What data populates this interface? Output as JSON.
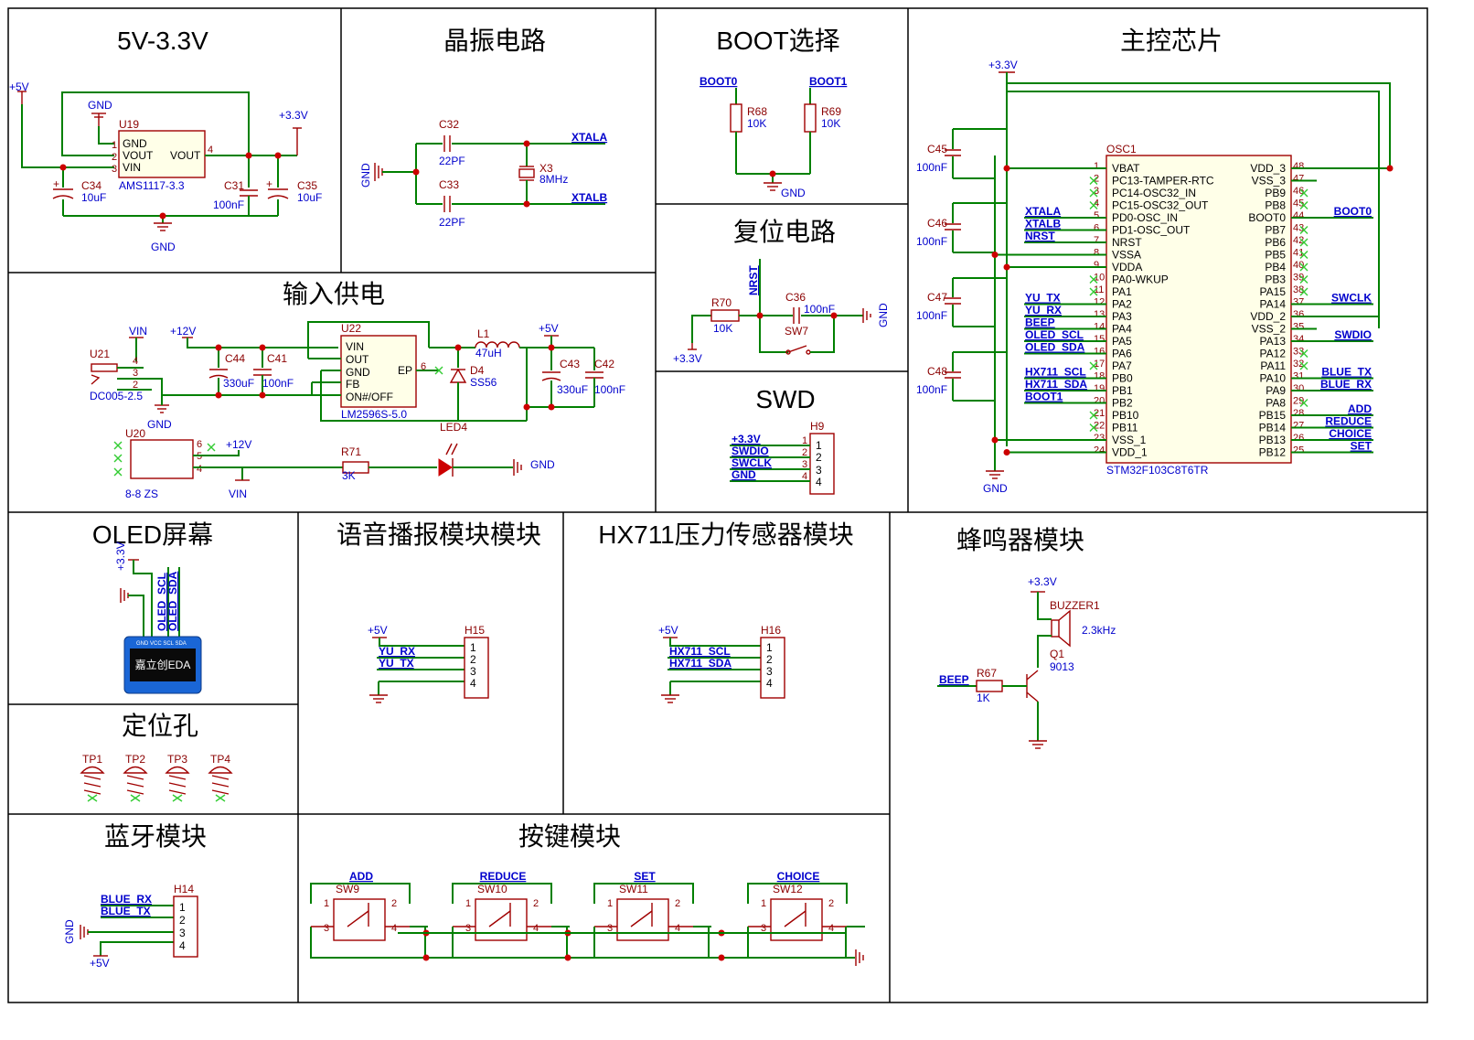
{
  "colors": {
    "wire": "#008000",
    "component": "#a00000",
    "label": "#0000cc",
    "junction": "#cc0000"
  },
  "sections": {
    "power_5v_33v": "5V-3.3V",
    "crystal": "晶振电路",
    "boot": "BOOT选择",
    "mcu": "主控芯片",
    "input_power": "输入供电",
    "reset": "复位电路",
    "swd": "SWD",
    "oled": "OLED屏幕",
    "voice": "语音播报模块模块",
    "hx711": "HX711压力传感器模块",
    "buzzer": "蜂鸣器模块",
    "holes": "定位孔",
    "bluetooth": "蓝牙模块",
    "keys": "按键模块"
  },
  "ldo": {
    "ref": "U19",
    "part": "AMS1117-3.3",
    "pins": [
      "GND",
      "VOUT",
      "VIN"
    ],
    "pin_nums": [
      "1",
      "2",
      "3",
      "4"
    ],
    "vout": "VOUT",
    "in_net": "+5V",
    "out_net": "+3.3V",
    "gnd": "GND",
    "gnd2": "GND",
    "caps": [
      {
        "ref": "C34",
        "val": "10uF"
      },
      {
        "ref": "C31",
        "val": "100nF"
      },
      {
        "ref": "C35",
        "val": "10uF"
      }
    ]
  },
  "crystal": {
    "c1": "C32",
    "c1v": "22PF",
    "c2": "C33",
    "c2v": "22PF",
    "ref": "X3",
    "freq": "8MHz",
    "netA": "XTALA",
    "netB": "XTALB",
    "gnd": "GND"
  },
  "boot": {
    "net0": "BOOT0",
    "net1": "BOOT1",
    "r1": "R68",
    "r1v": "10K",
    "r2": "R69",
    "r2v": "10K",
    "gnd": "GND"
  },
  "reset": {
    "net": "NRST",
    "r": "R70",
    "rv": "10K",
    "c": "C36",
    "cv": "100nF",
    "sw": "SW7",
    "vcc": "+3.3V",
    "gnd": "GND"
  },
  "swd": {
    "ref": "H9",
    "nets": [
      "+3.3V",
      "SWDIO",
      "SWCLK",
      "GND"
    ],
    "pins": [
      "1",
      "2",
      "3",
      "4"
    ]
  },
  "input_power": {
    "jack": "U21",
    "jack_part": "DC005-2.5",
    "jack_pins": [
      "4",
      "3",
      "2"
    ],
    "vin": "VIN",
    "v12": "+12V",
    "c44": "C44",
    "c44v": "330uF",
    "c41": "C41",
    "c41v": "100nF",
    "reg": "U22",
    "reg_part": "LM2596S-5.0",
    "reg_pins": [
      "VIN",
      "OUT",
      "GND",
      "FB",
      "ON#/OFF"
    ],
    "ep": "EP",
    "ep_num": "6",
    "l": "L1",
    "lv": "47uH",
    "d": "D4",
    "dv": "SS56",
    "v5": "+5V",
    "c43": "C43",
    "c43v": "330uF",
    "c42": "C42",
    "c42v": "100nF",
    "gnd": "GND",
    "sw": "U20",
    "sw_part": "8-8 ZS",
    "sw_v12": "+12V",
    "sw_vin": "VIN",
    "r71": "R71",
    "r71v": "3K",
    "led": "LED4",
    "led_gnd": "GND"
  },
  "mcu": {
    "ref": "OSC1",
    "part": "STM32F103C8T6TR",
    "vcc": "+3.3V",
    "gnd": "GND",
    "caps": [
      {
        "ref": "C45",
        "val": "100nF"
      },
      {
        "ref": "C46",
        "val": "100nF"
      },
      {
        "ref": "C47",
        "val": "100nF"
      },
      {
        "ref": "C48",
        "val": "100nF"
      }
    ],
    "left_pins": [
      {
        "n": "1",
        "name": "VBAT",
        "net": ""
      },
      {
        "n": "2",
        "name": "PC13-TAMPER-RTC",
        "net": ""
      },
      {
        "n": "3",
        "name": "PC14-OSC32_IN",
        "net": ""
      },
      {
        "n": "4",
        "name": "PC15-OSC32_OUT",
        "net": ""
      },
      {
        "n": "5",
        "name": "PD0-OSC_IN",
        "net": "XTALA"
      },
      {
        "n": "6",
        "name": "PD1-OSC_OUT",
        "net": "XTALB"
      },
      {
        "n": "7",
        "name": "NRST",
        "net": "NRST"
      },
      {
        "n": "8",
        "name": "VSSA",
        "net": ""
      },
      {
        "n": "9",
        "name": "VDDA",
        "net": ""
      },
      {
        "n": "10",
        "name": "PA0-WKUP",
        "net": ""
      },
      {
        "n": "11",
        "name": "PA1",
        "net": ""
      },
      {
        "n": "12",
        "name": "PA2",
        "net": "YU_TX"
      },
      {
        "n": "13",
        "name": "PA3",
        "net": "YU_RX"
      },
      {
        "n": "14",
        "name": "PA4",
        "net": "BEEP"
      },
      {
        "n": "15",
        "name": "PA5",
        "net": "OLED_SCL"
      },
      {
        "n": "16",
        "name": "PA6",
        "net": "OLED_SDA"
      },
      {
        "n": "17",
        "name": "PA7",
        "net": ""
      },
      {
        "n": "18",
        "name": "PB0",
        "net": "HX711_SCL"
      },
      {
        "n": "19",
        "name": "PB1",
        "net": "HX711_SDA"
      },
      {
        "n": "20",
        "name": "PB2",
        "net": "BOOT1"
      },
      {
        "n": "21",
        "name": "PB10",
        "net": ""
      },
      {
        "n": "22",
        "name": "PB11",
        "net": ""
      },
      {
        "n": "23",
        "name": "VSS_1",
        "net": ""
      },
      {
        "n": "24",
        "name": "VDD_1",
        "net": ""
      }
    ],
    "right_pins": [
      {
        "n": "48",
        "name": "VDD_3",
        "net": ""
      },
      {
        "n": "47",
        "name": "VSS_3",
        "net": ""
      },
      {
        "n": "46",
        "name": "PB9",
        "net": ""
      },
      {
        "n": "45",
        "name": "PB8",
        "net": ""
      },
      {
        "n": "44",
        "name": "BOOT0",
        "net": "BOOT0"
      },
      {
        "n": "43",
        "name": "PB7",
        "net": ""
      },
      {
        "n": "42",
        "name": "PB6",
        "net": ""
      },
      {
        "n": "41",
        "name": "PB5",
        "net": ""
      },
      {
        "n": "40",
        "name": "PB4",
        "net": ""
      },
      {
        "n": "39",
        "name": "PB3",
        "net": ""
      },
      {
        "n": "38",
        "name": "PA15",
        "net": ""
      },
      {
        "n": "37",
        "name": "PA14",
        "net": "SWCLK"
      },
      {
        "n": "36",
        "name": "VDD_2",
        "net": ""
      },
      {
        "n": "35",
        "name": "VSS_2",
        "net": ""
      },
      {
        "n": "34",
        "name": "PA13",
        "net": "SWDIO"
      },
      {
        "n": "33",
        "name": "PA12",
        "net": ""
      },
      {
        "n": "32",
        "name": "PA11",
        "net": ""
      },
      {
        "n": "31",
        "name": "PA10",
        "net": "BLUE_TX"
      },
      {
        "n": "30",
        "name": "PA9",
        "net": "BLUE_RX"
      },
      {
        "n": "29",
        "name": "PA8",
        "net": ""
      },
      {
        "n": "28",
        "name": "PB15",
        "net": "ADD"
      },
      {
        "n": "27",
        "name": "PB14",
        "net": "REDUCE"
      },
      {
        "n": "26",
        "name": "PB13",
        "net": "CHOICE"
      },
      {
        "n": "25",
        "name": "PB12",
        "net": "SET"
      }
    ]
  },
  "oled": {
    "vcc": "+3.3V",
    "scl": "OLED_SCL",
    "sda": "OLED_SDA",
    "header": "GND VCC SCL SDA",
    "logo": "嘉立创EDA"
  },
  "voice": {
    "ref": "H15",
    "vcc": "+5V",
    "nets": [
      "YU_RX",
      "YU_TX"
    ],
    "pins": [
      "1",
      "2",
      "3",
      "4"
    ]
  },
  "hx711": {
    "ref": "H16",
    "vcc": "+5V",
    "nets": [
      "HX711_SCL",
      "HX711_SDA"
    ],
    "pins": [
      "1",
      "2",
      "3",
      "4"
    ]
  },
  "buzzer": {
    "vcc": "+3.3V",
    "ref": "BUZZER1",
    "freq": "2.3kHz",
    "q": "Q1",
    "qv": "9013",
    "r": "R67",
    "rv": "1K",
    "net": "BEEP"
  },
  "holes": [
    "TP1",
    "TP2",
    "TP3",
    "TP4"
  ],
  "bluetooth": {
    "ref": "H14",
    "nets": [
      "BLUE_RX",
      "BLUE_TX"
    ],
    "gnd": "GND",
    "vcc": "+5V",
    "pins": [
      "1",
      "2",
      "3",
      "4"
    ]
  },
  "keys": [
    {
      "net": "ADD",
      "ref": "SW9"
    },
    {
      "net": "REDUCE",
      "ref": "SW10"
    },
    {
      "net": "SET",
      "ref": "SW11"
    },
    {
      "net": "CHOICE",
      "ref": "SW12"
    }
  ],
  "key_pins": [
    "1",
    "2",
    "3",
    "4"
  ]
}
